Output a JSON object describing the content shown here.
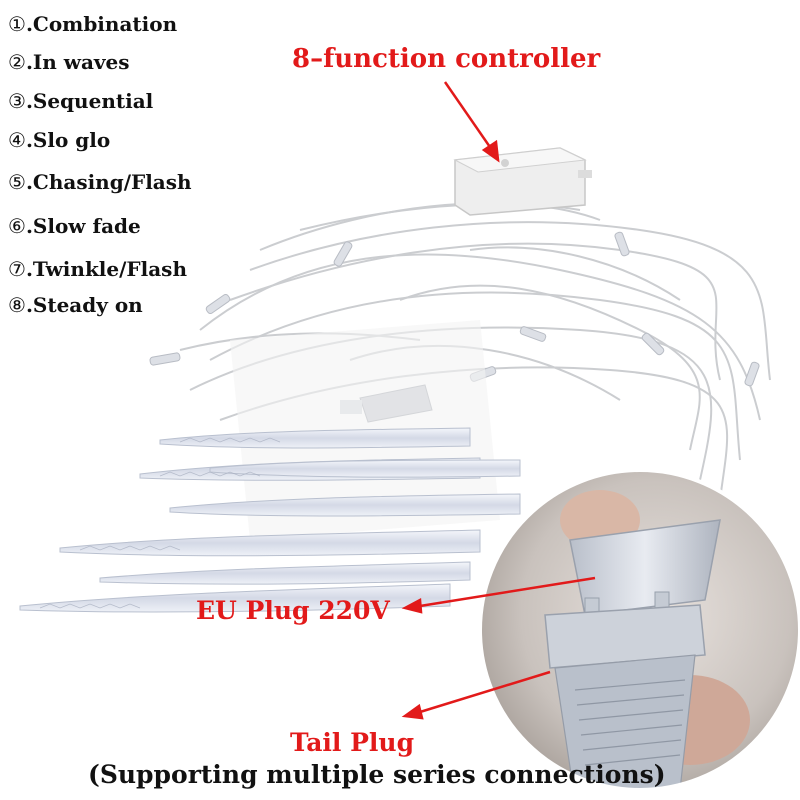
{
  "functions": [
    {
      "num": "①",
      "label": ".Combination"
    },
    {
      "num": "②",
      "label": ".In waves"
    },
    {
      "num": "③",
      "label": ".Sequential"
    },
    {
      "num": "④",
      "label": ".Slo glo"
    },
    {
      "num": "⑤",
      "label": ".Chasing/Flash"
    },
    {
      "num": "⑥",
      "label": ".Slow fade"
    },
    {
      "num": "⑦",
      "label": ".Twinkle/Flash"
    },
    {
      "num": "⑧",
      "label": ".Steady on"
    }
  ],
  "callouts": {
    "controller": "8–function controller",
    "eu_plug": "EU Plug 220V",
    "tail_plug": "Tail Plug"
  },
  "caption": "(Supporting multiple series connections)",
  "colors": {
    "callout_red": "#e21a1a",
    "text": "#111111",
    "background": "#ffffff"
  }
}
